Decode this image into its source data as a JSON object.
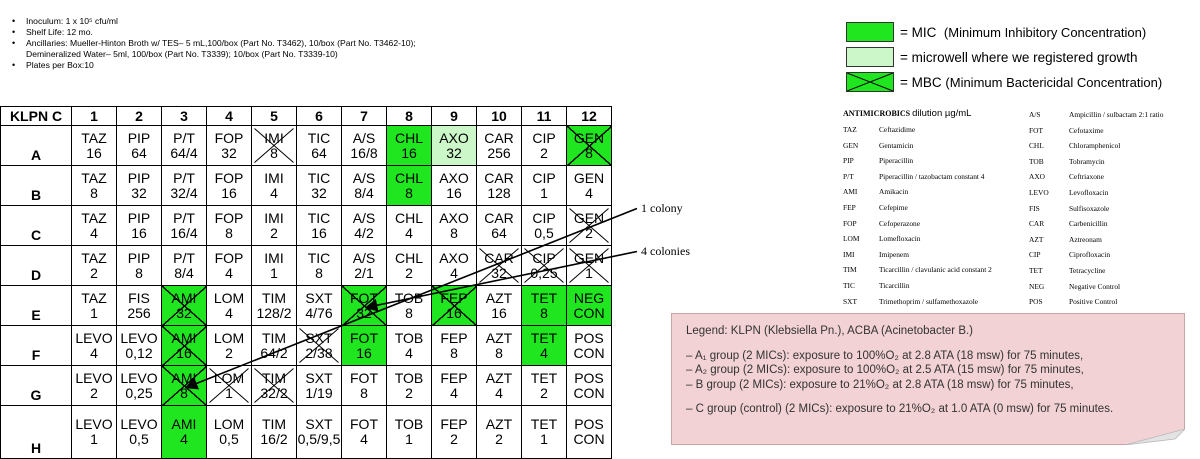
{
  "info": {
    "items": [
      "Inoculum: 1 x 10⁵ cfu/ml",
      "Shelf Life: 12 mo.",
      "Ancillaries: Mueller-Hinton Broth w/ TES– 5 mL,100/box (Part No. T3462), 10/box (Part No. T3462-10);",
      "Plates per Box:10"
    ],
    "ancillaries_cont": "Demineralized Water– 5ml, 100/box (Part No. T3339); 10/box (Part No. T3339-10)"
  },
  "plate": {
    "label": "KLPN C",
    "columns": [
      "1",
      "2",
      "3",
      "4",
      "5",
      "6",
      "7",
      "8",
      "9",
      "10",
      "11",
      "12"
    ],
    "rows": [
      {
        "id": "A",
        "cells": [
          [
            "TAZ",
            "16"
          ],
          [
            "PIP",
            "64"
          ],
          [
            "P/T",
            "64/4"
          ],
          [
            "FOP",
            "32"
          ],
          [
            "IMI",
            "8"
          ],
          [
            "TIC",
            "64"
          ],
          [
            "A/S",
            "16/8"
          ],
          [
            "CHL",
            "16"
          ],
          [
            "AXO",
            "32"
          ],
          [
            "CAR",
            "256"
          ],
          [
            "CIP",
            "2"
          ],
          [
            "GEN",
            "8"
          ]
        ]
      },
      {
        "id": "B",
        "cells": [
          [
            "TAZ",
            "8"
          ],
          [
            "PIP",
            "32"
          ],
          [
            "P/T",
            "32/4"
          ],
          [
            "FOP",
            "16"
          ],
          [
            "IMI",
            "4"
          ],
          [
            "TIC",
            "32"
          ],
          [
            "A/S",
            "8/4"
          ],
          [
            "CHL",
            "8"
          ],
          [
            "AXO",
            "16"
          ],
          [
            "CAR",
            "128"
          ],
          [
            "CIP",
            "1"
          ],
          [
            "GEN",
            "4"
          ]
        ]
      },
      {
        "id": "C",
        "cells": [
          [
            "TAZ",
            "4"
          ],
          [
            "PIP",
            "16"
          ],
          [
            "P/T",
            "16/4"
          ],
          [
            "FOP",
            "8"
          ],
          [
            "IMI",
            "2"
          ],
          [
            "TIC",
            "16"
          ],
          [
            "A/S",
            "4/2"
          ],
          [
            "CHL",
            "4"
          ],
          [
            "AXO",
            "8"
          ],
          [
            "CAR",
            "64"
          ],
          [
            "CIP",
            "0,5"
          ],
          [
            "GEN",
            "2"
          ]
        ]
      },
      {
        "id": "D",
        "cells": [
          [
            "TAZ",
            "2"
          ],
          [
            "PIP",
            "8"
          ],
          [
            "P/T",
            "8/4"
          ],
          [
            "FOP",
            "4"
          ],
          [
            "IMI",
            "1"
          ],
          [
            "TIC",
            "8"
          ],
          [
            "A/S",
            "2/1"
          ],
          [
            "CHL",
            "2"
          ],
          [
            "AXO",
            "4"
          ],
          [
            "CAR",
            "32"
          ],
          [
            "CIP",
            "0,25"
          ],
          [
            "GEN",
            "1"
          ]
        ]
      },
      {
        "id": "E",
        "cells": [
          [
            "TAZ",
            "1"
          ],
          [
            "FIS",
            "256"
          ],
          [
            "AMI",
            "32"
          ],
          [
            "LOM",
            "4"
          ],
          [
            "TIM",
            "128/2"
          ],
          [
            "SXT",
            "4/76"
          ],
          [
            "FOT",
            "32"
          ],
          [
            "TOB",
            "8"
          ],
          [
            "FEP",
            "16"
          ],
          [
            "AZT",
            "16"
          ],
          [
            "TET",
            "8"
          ],
          [
            "NEG",
            "CON"
          ]
        ]
      },
      {
        "id": "F",
        "cells": [
          [
            "LEVO",
            "4"
          ],
          [
            "LEVO",
            "0,12"
          ],
          [
            "AMI",
            "16"
          ],
          [
            "LOM",
            "2"
          ],
          [
            "TIM",
            "64/2"
          ],
          [
            "SXT",
            "2/38"
          ],
          [
            "FOT",
            "16"
          ],
          [
            "TOB",
            "4"
          ],
          [
            "FEP",
            "8"
          ],
          [
            "AZT",
            "8"
          ],
          [
            "TET",
            "4"
          ],
          [
            "POS",
            "CON"
          ]
        ]
      },
      {
        "id": "G",
        "cells": [
          [
            "LEVO",
            "2"
          ],
          [
            "LEVO",
            "0,25"
          ],
          [
            "AMI",
            "8"
          ],
          [
            "LOM",
            "1"
          ],
          [
            "TIM",
            "32/2"
          ],
          [
            "SXT",
            "1/19"
          ],
          [
            "FOT",
            "8"
          ],
          [
            "TOB",
            "2"
          ],
          [
            "FEP",
            "4"
          ],
          [
            "AZT",
            "4"
          ],
          [
            "TET",
            "2"
          ],
          [
            "POS",
            "CON"
          ]
        ]
      },
      {
        "id": "H",
        "cells": [
          [
            "LEVO",
            "1"
          ],
          [
            "LEVO",
            "0,5"
          ],
          [
            "AMI",
            "4"
          ],
          [
            "LOM",
            "0,5"
          ],
          [
            "TIM",
            "16/2"
          ],
          [
            "SXT",
            "0,5/9,5"
          ],
          [
            "FOT",
            "4"
          ],
          [
            "TOB",
            "1"
          ],
          [
            "FEP",
            "2"
          ],
          [
            "AZT",
            "2"
          ],
          [
            "TET",
            "1"
          ],
          [
            "POS",
            "CON"
          ]
        ]
      }
    ],
    "cell_states": {
      "A8": "mic",
      "A9": "grow",
      "A12": "mbc",
      "A5": "cross",
      "B8": "mic",
      "C12": "cross",
      "D12": "cross",
      "D11": "cross",
      "D10": "cross",
      "E3": "mbc",
      "E7": "mbc",
      "E9": "mbc",
      "E11": "mic",
      "E12": "mic",
      "F3": "mbc",
      "F7": "mic",
      "F11": "mic",
      "F6": "cross",
      "G3": "mbc",
      "G4": "cross",
      "G5": "cross",
      "H3": "mic"
    },
    "callouts": [
      "1 colony",
      "4 colonies"
    ]
  },
  "key": {
    "items": [
      {
        "style": "mic",
        "text": "= MIC",
        "detail": "(Minimum Inhibitory Concentration)"
      },
      {
        "style": "grow",
        "text": "= microwell where we registered growth",
        "detail": ""
      },
      {
        "style": "mbc",
        "text": "= MBC",
        "detail": "(Minimum Bactericidal Concentration)"
      }
    ],
    "colors": {
      "mic": "#1fe61f",
      "grow": "#ccf7c8"
    }
  },
  "antimicrobics": {
    "title": "ANTIMICROBICS",
    "title_suffix": "dilution µg/mL",
    "left": [
      [
        "TAZ",
        "Ceftazidime"
      ],
      [
        "GEN",
        "Gentamicin"
      ],
      [
        "PIP",
        "Piperacillin"
      ],
      [
        "P/T",
        "Piperacillin / tazobactam constant 4"
      ],
      [
        "AMI",
        "Amikacin"
      ],
      [
        "FEP",
        "Cefepime"
      ],
      [
        "FOP",
        "Cefoperazone"
      ],
      [
        "LOM",
        "Lomefloxacin"
      ],
      [
        "IMI",
        "Imipenem"
      ],
      [
        "TIM",
        "Ticarcillin / clavulanic acid constant 2"
      ],
      [
        "TIC",
        "Ticarcillin"
      ],
      [
        "SXT",
        "Trimethoprim / sulfamethoxazole"
      ]
    ],
    "right": [
      [
        "A/S",
        "Ampicillin / sulbactam 2:1 ratio"
      ],
      [
        "FOT",
        "Cefotaxime"
      ],
      [
        "CHL",
        "Chloramphenicol"
      ],
      [
        "TOB",
        "Tobramycin"
      ],
      [
        "AXO",
        "Ceftriaxone"
      ],
      [
        "LEVO",
        "Levofloxacin"
      ],
      [
        "FIS",
        "Sulfisoxazole"
      ],
      [
        "CAR",
        "Carbenicillin"
      ],
      [
        "AZT",
        "Aztreonam"
      ],
      [
        "CIP",
        "Ciprofloxacin"
      ],
      [
        "TET",
        "Tetracycline"
      ],
      [
        "NEG",
        "Negative Control"
      ],
      [
        "POS",
        "Positive Control"
      ]
    ]
  },
  "legend": {
    "title": "Legend: KLPN (Klebsiella Pn.), ACBA (Acinetobacter B.)",
    "lines": [
      "– A₁ group (2 MICs): exposure to 100%O₂ at 2.8 ATA (18 msw) for 75 minutes,",
      "– A₂ group (2 MICs): exposure to 100%O₂ at 2.5 ATA (15 msw) for 75 minutes,",
      "– B group  (2 MICs): exposure to 21%O₂ at 2.8 ATA (18 msw) for 75 minutes,",
      "– C group (control) (2 MICs): exposure to 21%O₂ at 1.0 ATA (0 msw) for 75 minutes."
    ]
  }
}
